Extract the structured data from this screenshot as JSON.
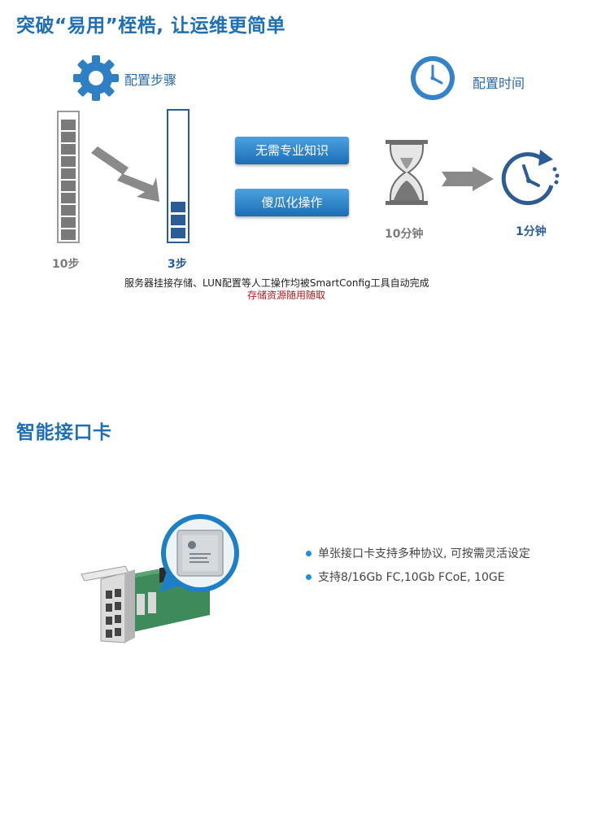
{
  "section1": {
    "title": "突破“易用”桎梏, 让运维更简单",
    "config_steps_label": "配置步骤",
    "config_time_label": "配置时间",
    "steps_before": "10步",
    "steps_after": "3步",
    "button1": "无需专业知识",
    "button2": "傻瓜化操作",
    "time_before": "10分钟",
    "time_after": "1分钟",
    "caption": "服务器挂接存储、LUN配置等人工操作均被SmartConfig工具自动完成",
    "caption_red": "存储资源随用随取"
  },
  "section2": {
    "title": "智能接口卡",
    "bullets": [
      "单张接口卡支持多种协议, 可按需灵活设定",
      "支持8/16Gb FC,10Gb FCoE, 10GE"
    ]
  },
  "colors": {
    "heading": "#1f6fb2",
    "accent_blue": "#2d5b94",
    "button": "#1c6db6",
    "red": "#c0161d"
  }
}
